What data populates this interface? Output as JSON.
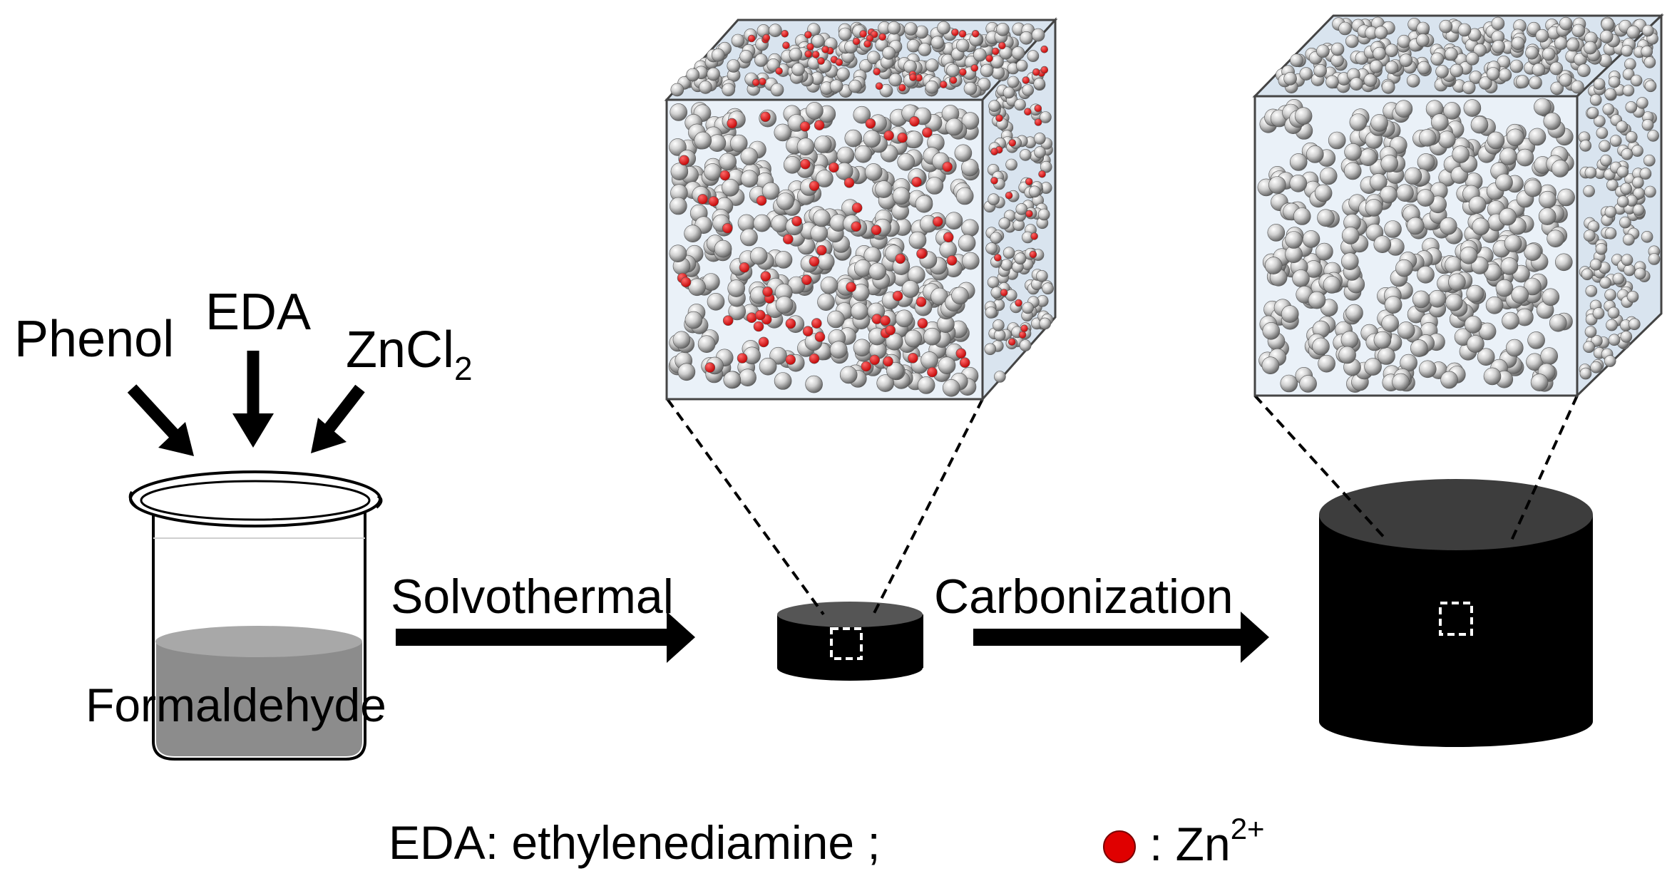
{
  "labels": {
    "phenol": "Phenol",
    "eda": "EDA",
    "zncl_main": "ZnCl",
    "zncl_sub": "2",
    "formaldehyde": "Formaldehyde",
    "solvothermal": "Solvothermal",
    "carbonization": "Carbonization"
  },
  "legend": {
    "eda_definition": "EDA: ethylenediamine ;",
    "zn_prefix": ": Zn",
    "zn_sup": "2+"
  },
  "colors": {
    "zn_ion": "#e00000",
    "sphere": "#c8c8c8",
    "cube_face": "#eaf1f8",
    "liquid_top": "#a8a8a8",
    "liquid_body": "#8c8c8c",
    "monolith": "#000000"
  }
}
